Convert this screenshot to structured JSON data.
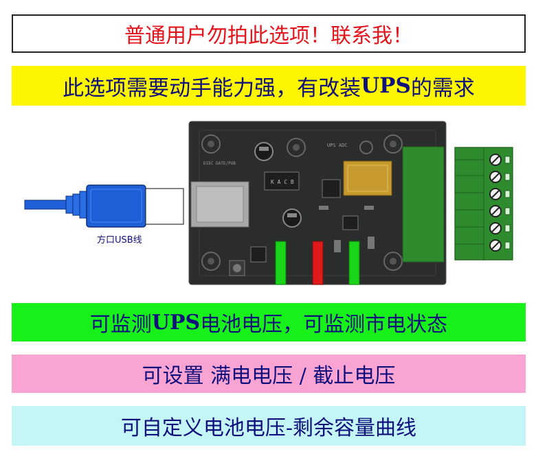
{
  "banners": {
    "warning": "普通用户勿拍此选项！联系我！",
    "requirement_pre": "此选项需要动手能力强，有改装",
    "requirement_ups": "UPS",
    "requirement_post": "的需求",
    "feature1_pre": "可监测",
    "feature1_ups": "UPS",
    "feature1_post": "电池电压，可监测市电状态",
    "feature2": "可设置 满电电压 / 截止电压",
    "feature3": "可自定义电池电压-剩余容量曲线"
  },
  "figure": {
    "usb_label": "方口USB线",
    "board_silkscreen": {
      "ups_adc": "UPS ADC",
      "left_text": "DIEC DATE/PUB",
      "chip_label": "K A C B"
    },
    "colors": {
      "board": "#2b2d2c",
      "usb_blue": "#1f5fd8",
      "terminal_green": "#2e8b2e",
      "pin_green": "#19d419",
      "pin_red": "#e01a1a"
    }
  }
}
